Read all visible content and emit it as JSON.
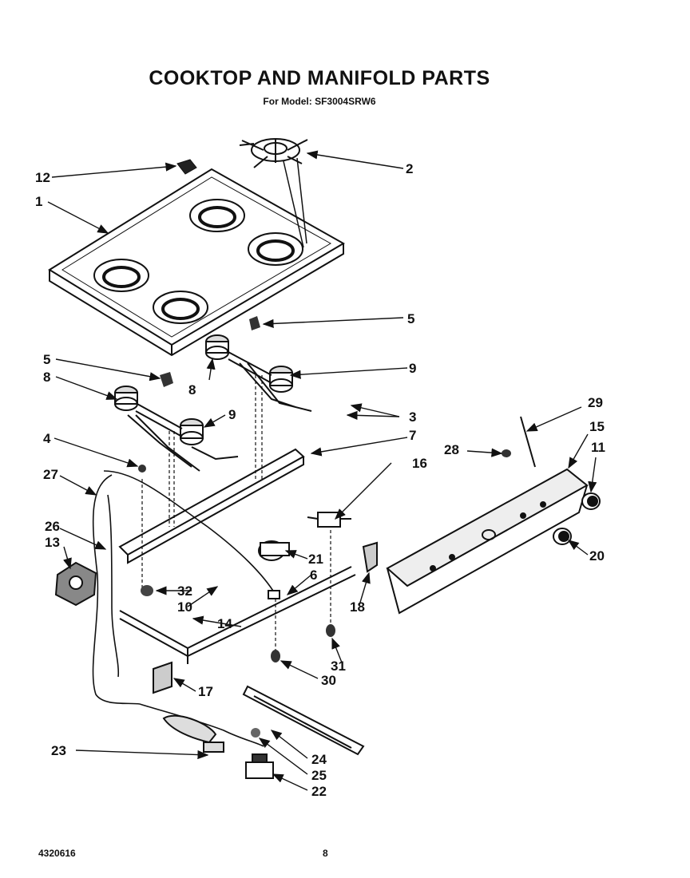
{
  "header": {
    "title": "COOKTOP AND MANIFOLD PARTS",
    "subtitle": "For Model: SF3004SRW6"
  },
  "footer": {
    "doc_number": "4320616",
    "page_number": "8"
  },
  "callouts": {
    "c1": "1",
    "c2": "2",
    "c3": "3",
    "c4": "4",
    "c5a": "5",
    "c5b": "5",
    "c6": "6",
    "c7": "7",
    "c8a": "8",
    "c8b": "8",
    "c9a": "9",
    "c9b": "9",
    "c10": "10",
    "c11": "11",
    "c12": "12",
    "c13": "13",
    "c14": "14",
    "c15": "15",
    "c16": "16",
    "c17": "17",
    "c18": "18",
    "c20": "20",
    "c21": "21",
    "c22": "22",
    "c23": "23",
    "c24": "24",
    "c25": "25",
    "c26": "26",
    "c27": "27",
    "c28": "28",
    "c29": "29",
    "c30": "30",
    "c31": "31",
    "c32": "32"
  }
}
